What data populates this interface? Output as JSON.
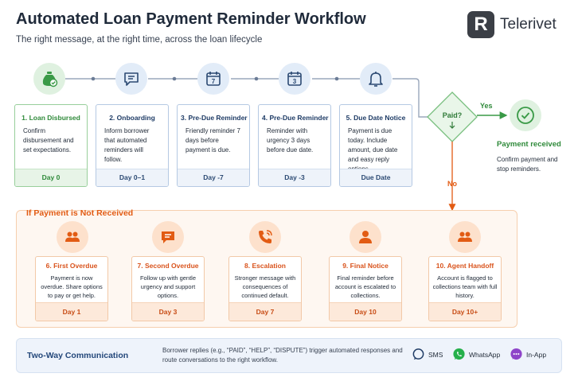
{
  "header": {
    "title": "Automated Loan Payment Reminder Workflow",
    "subtitle": "The right message, at the right time, across the loan lifecycle",
    "brand_logo_letter": "R",
    "brand_name": "Telerivet"
  },
  "top_steps": [
    {
      "title": "1. Loan Disbursed",
      "body": "Confirm disbursement and set expectations.",
      "day": "Day 0",
      "icon": "money-bag-check-icon",
      "theme": "green"
    },
    {
      "title": "2. Onboarding",
      "body": "Inform borrower that automated reminders will follow.",
      "day": "Day 0–1",
      "icon": "chat-bubble-icon",
      "theme": "blue"
    },
    {
      "title": "3. Pre-Due Reminder",
      "body": "Friendly reminder 7 days before payment is due.",
      "day": "Day -7",
      "icon": "calendar-7-icon",
      "calendar_number": "7",
      "theme": "blue"
    },
    {
      "title": "4. Pre-Due Reminder",
      "body": "Reminder with urgency 3 days before due date.",
      "day": "Day -3",
      "icon": "calendar-3-icon",
      "calendar_number": "3",
      "theme": "blue"
    },
    {
      "title": "5. Due Date Notice",
      "body": "Payment is due today. Include amount, due date and easy reply options.",
      "day": "Due Date",
      "icon": "bell-icon",
      "theme": "blue"
    }
  ],
  "decision": {
    "label": "Paid?",
    "yes": "Yes",
    "no": "No"
  },
  "received": {
    "title": "Payment received",
    "body": "Confirm payment and stop reminders.",
    "icon": "check-circle-icon"
  },
  "overdue": {
    "title": "If Payment is Not Received",
    "steps": [
      {
        "title": "6. First Overdue",
        "body": "Payment is now overdue. Share options to pay or get help.",
        "day": "Day 1",
        "icon": "users-icon"
      },
      {
        "title": "7. Second Overdue",
        "body": "Follow up with gentle urgency and support options.",
        "day": "Day 3",
        "icon": "message-icon"
      },
      {
        "title": "8. Escalation",
        "body": "Stronger message with consequences of continued default.",
        "day": "Day 7",
        "icon": "phone-ringing-icon"
      },
      {
        "title": "9. Final Notice",
        "body": "Final reminder before account is escalated to collections.",
        "day": "Day 10",
        "icon": "user-icon"
      },
      {
        "title": "10. Agent Handoff",
        "body": "Account is flagged to collections team with full history.",
        "day": "Day 10+",
        "icon": "agents-icon"
      }
    ]
  },
  "two_way": {
    "title": "Two-Way Communication",
    "text": "Borrower replies (e.g., “PAID”, “HELP”, “DISPUTE”) trigger automated responses and route conversations to the right workflow.",
    "icon": "swap-arrows-icon",
    "channels": [
      {
        "label": "SMS",
        "icon": "sms-bubble-icon",
        "color": "#1f3c66"
      },
      {
        "label": "WhatsApp",
        "icon": "whatsapp-icon",
        "color": "#25b04b"
      },
      {
        "label": "In-App",
        "icon": "in-app-chat-icon",
        "color": "#8e44c9"
      }
    ]
  },
  "colors": {
    "green": "#3a9a47",
    "blue": "#3a5f94",
    "orange": "#e25b13",
    "connector": "#9aa7bb"
  }
}
